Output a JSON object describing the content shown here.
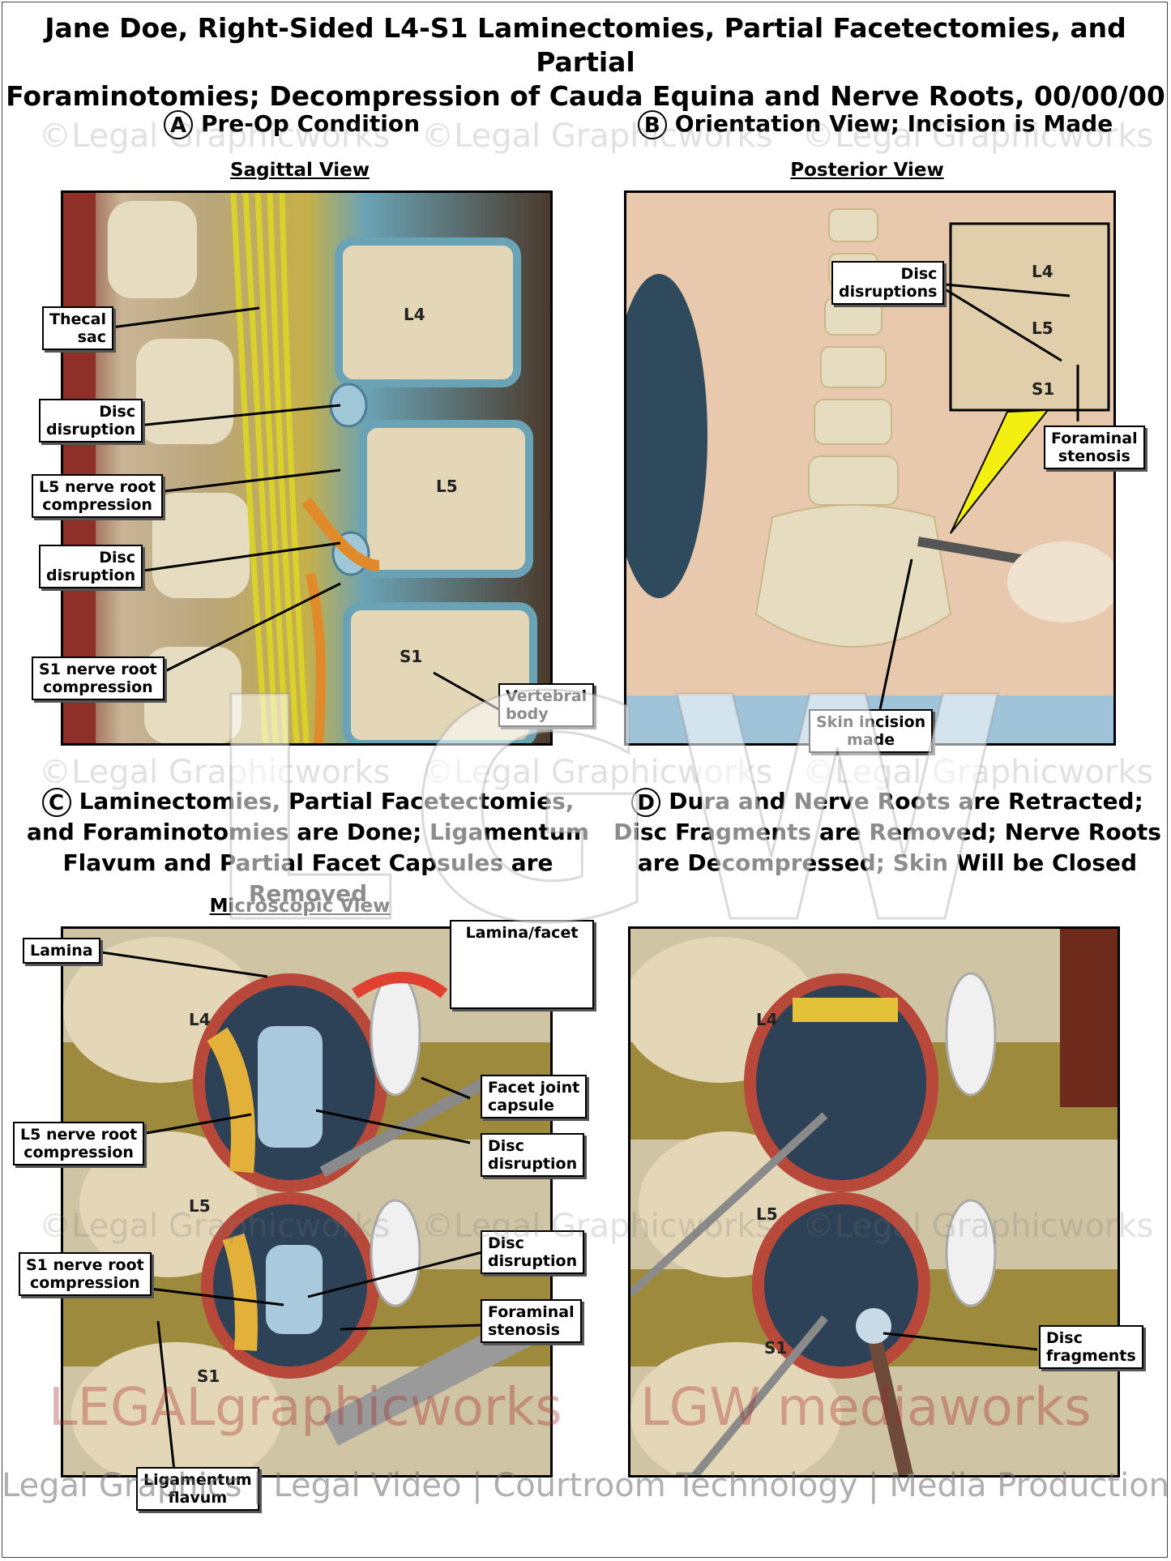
{
  "title": {
    "line1": "Jane Doe, Right-Sided L4-S1 Laminectomies, Partial Facetectomies, and Partial",
    "line2": "Foraminotomies; Decompression of Cauda Equina and Nerve Roots, 00/00/00"
  },
  "panels": {
    "a": {
      "letter": "A",
      "heading": "Pre-Op Condition",
      "view": "Sagittal View",
      "labels": {
        "thecal_sac": "Thecal\nsac",
        "disc_disruption_1": "Disc\ndisruption",
        "l5_compression": "L5 nerve root\ncompression",
        "disc_disruption_2": "Disc\ndisruption",
        "s1_compression": "S1 nerve root\ncompression",
        "vertebral_body": "Vertebral\nbody"
      },
      "levels": {
        "l4": "L4",
        "l5": "L5",
        "s1": "S1"
      }
    },
    "b": {
      "letter": "B",
      "heading": "Orientation View; Incision is Made",
      "view": "Posterior View",
      "labels": {
        "disc_disruptions": "Disc\ndisruptions",
        "foraminal_stenosis": "Foraminal\nstenosis",
        "skin_incision": "Skin incision\nmade"
      },
      "levels": {
        "l4": "L4",
        "l5": "L5",
        "s1": "S1"
      }
    },
    "c": {
      "letter": "C",
      "heading_line1": "Laminectomies, Partial Facetectomies,",
      "heading_line2": "and Foraminotomies are Done; Ligamentum",
      "heading_line3": "Flavum and Partial Facet Capsules are Removed",
      "view": "Microscopic View",
      "labels": {
        "lamina": "Lamina",
        "lamina_facet": "Lamina/facet",
        "facet_capsule": "Facet joint\ncapsule",
        "l5_compression": "L5 nerve root\ncompression",
        "disc_disruption_1": "Disc\ndisruption",
        "s1_compression": "S1 nerve root\ncompression",
        "disc_disruption_2": "Disc\ndisruption",
        "foraminal_stenosis": "Foraminal\nstenosis",
        "ligamentum_flavum": "Ligamentum\nflavum"
      },
      "levels": {
        "l4": "L4",
        "l5": "L5",
        "s1": "S1"
      }
    },
    "d": {
      "letter": "D",
      "heading_line1": "Dura and Nerve Roots are Retracted;",
      "heading_line2": "Disc Fragments are Removed; Nerve Roots",
      "heading_line3": "are Decompressed; Skin Will be Closed",
      "labels": {
        "disc_fragments": "Disc\nfragments"
      },
      "levels": {
        "l4": "L4",
        "l5": "L5",
        "s1": "S1"
      }
    }
  },
  "watermark": "©Legal Graphicworks",
  "big_logo": "LGW",
  "logos": {
    "left": "LEGALgraphicworks",
    "right": "LGW mediaworks"
  },
  "footer": "Legal Graphics | Legal Video | Courtroom Technology | Media Production",
  "colors": {
    "bone": "#e6dcc0",
    "nerve": "#e8dc3a",
    "disc": "#5fb2c8",
    "tissue": "#b8483a",
    "skin": "#e9c9ad"
  }
}
